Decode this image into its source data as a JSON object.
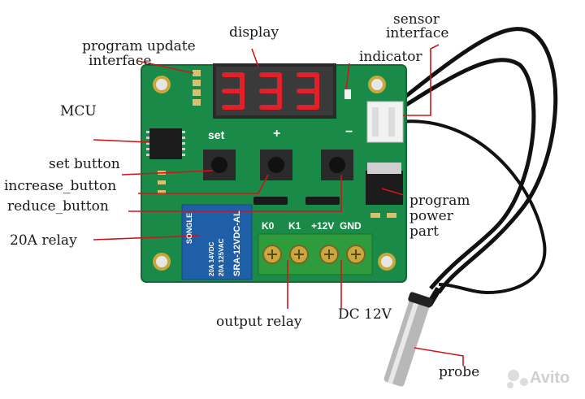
{
  "labels": {
    "program_update": [
      "program update",
      "interface"
    ],
    "display": "display",
    "sensor_interface": [
      "sensor",
      "interface"
    ],
    "indicator": "indicator",
    "mcu": "MCU",
    "set_button": "set button",
    "increase_button": "increase_button",
    "reduce_button": "reduce_button",
    "relay": "20A relay",
    "program_power": [
      "program",
      "power",
      "part"
    ],
    "output_relay": "output relay",
    "dc": "DC 12V",
    "probe": "probe"
  },
  "board": {
    "set": "set",
    "plus": "+",
    "minus": "−",
    "terminals": [
      "K0",
      "K1",
      "+12V",
      "GND"
    ],
    "relay_brand": "SONGLE",
    "relay_model": "SRA-12VDC-AL",
    "relay_ratings": [
      "20A 14VDC",
      "20A 125VAC"
    ]
  },
  "watermark": "Avito",
  "colors": {
    "pcb": "#1a8a49",
    "terminal": "#2e9c3c",
    "label_line": "#d0141a",
    "display": "#e3202a"
  }
}
